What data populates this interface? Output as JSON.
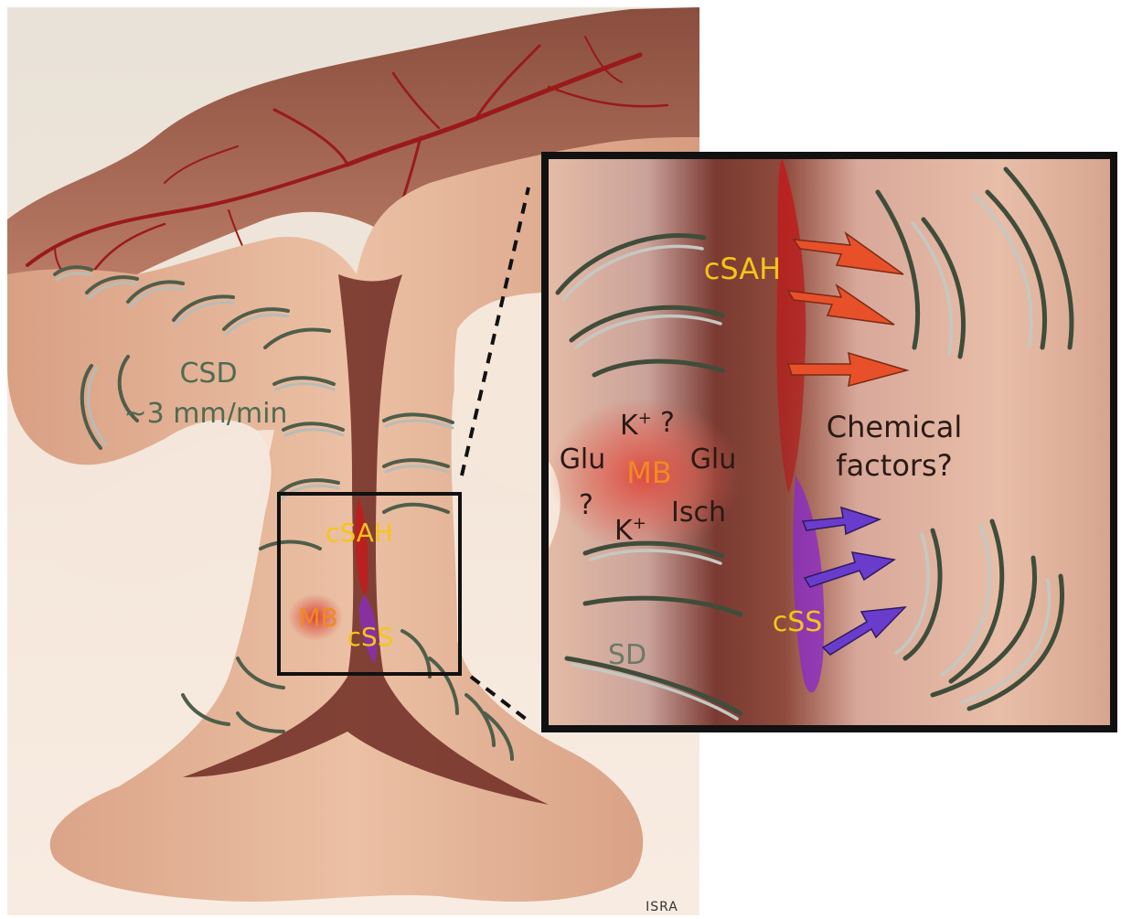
{
  "main_panel": {
    "csd_label": "CSD",
    "csd_speed": "~3 mm/min",
    "csah_label": "cSAH",
    "mb_label": "MB",
    "css_label": "cSS"
  },
  "inset": {
    "csah_label": "cSAH",
    "k_top": "K",
    "k_top_sup": "+",
    "q_top": "?",
    "glu_left": "Glu",
    "glu_right": "Glu",
    "mb_label": "MB",
    "q_left": "?",
    "isch": "Isch",
    "k_bottom": "K",
    "k_bottom_sup": "+",
    "chemical_line1": "Chemical",
    "chemical_line2": "factors?",
    "css_label": "cSS",
    "sd_label": "SD"
  },
  "signature": "ISRA",
  "colors": {
    "green_label": "#4f6b52",
    "yellow_label": "#f5c518",
    "orange_label": "#f08a24",
    "dark_text": "#2a1a14",
    "csah_blood": "#c01d1d",
    "css_purple": "#8a2cc4",
    "red_arrow": "#e8502a",
    "purple_arrow": "#6a3ccc",
    "vessel": "#9a1a1a",
    "tissue": "#e8b89c",
    "sulcus": "#6e2a22"
  }
}
